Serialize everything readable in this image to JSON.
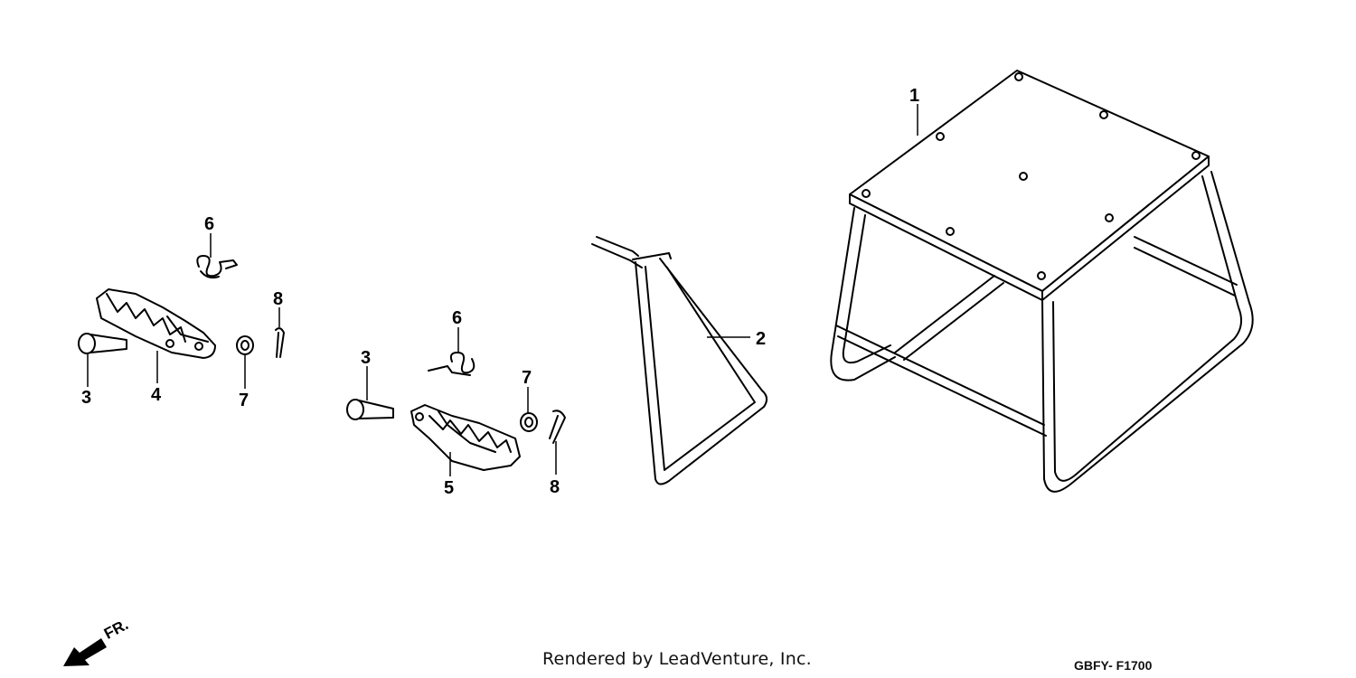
{
  "callouts": [
    {
      "id": "c1",
      "text": "1"
    },
    {
      "id": "c2",
      "text": "2"
    },
    {
      "id": "c3a",
      "text": "3"
    },
    {
      "id": "c4",
      "text": "4"
    },
    {
      "id": "c6a",
      "text": "6"
    },
    {
      "id": "c7a",
      "text": "7"
    },
    {
      "id": "c8a",
      "text": "8"
    },
    {
      "id": "c3b",
      "text": "3"
    },
    {
      "id": "c5",
      "text": "5"
    },
    {
      "id": "c6b",
      "text": "6"
    },
    {
      "id": "c7b",
      "text": "7"
    },
    {
      "id": "c8b",
      "text": "8"
    }
  ],
  "front_label": "FR.",
  "render_credit": "Rendered by LeadVenture, Inc.",
  "diagram_code": "GBFY- F1700",
  "colors": {
    "ink": "#000000",
    "background": "#ffffff"
  },
  "icons": {
    "front_arrow": "front-arrow-icon"
  }
}
